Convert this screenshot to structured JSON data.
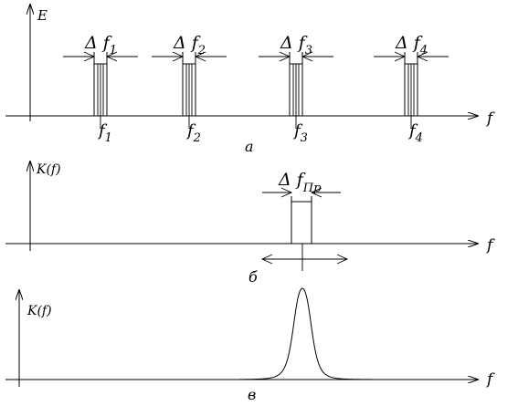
{
  "panel_a": {
    "y_axis_label": "E",
    "x_axis_label": "f",
    "caption": "а",
    "bands": [
      {
        "delta_main": "Δ f",
        "delta_sub": "1",
        "freq_main": "f",
        "freq_sub": "1"
      },
      {
        "delta_main": "Δ f",
        "delta_sub": "2",
        "freq_main": "f",
        "freq_sub": "2"
      },
      {
        "delta_main": "Δ f",
        "delta_sub": "3",
        "freq_main": "f",
        "freq_sub": "3"
      },
      {
        "delta_main": "Δ f",
        "delta_sub": "4",
        "freq_main": "f",
        "freq_sub": "4"
      }
    ]
  },
  "panel_b": {
    "y_axis_label": "K(f)",
    "x_axis_label": "f",
    "caption": "б",
    "delta_main": "Δ f",
    "delta_sub": "Пр"
  },
  "panel_c": {
    "y_axis_label": "K(f)",
    "x_axis_label": "f",
    "caption": "в"
  }
}
